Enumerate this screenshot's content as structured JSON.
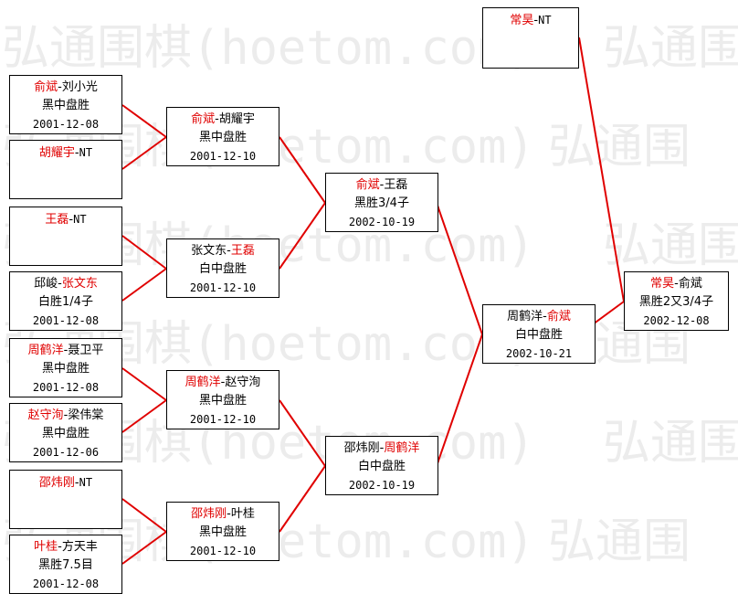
{
  "watermark": {
    "text": "弘通围棋(hoetom.com)",
    "tail": "弘通围"
  },
  "colors": {
    "winner": "#e00000",
    "connector": "#e00000",
    "border": "#000000"
  },
  "bracket": {
    "round1": [
      {
        "p1": "俞斌",
        "p2": "刘小光",
        "winner": 1,
        "result": "黑中盘胜",
        "date": "2001-12-08"
      },
      {
        "p1": "胡耀宇",
        "p2": "NT",
        "winner": 1,
        "result": "",
        "date": ""
      },
      {
        "p1": "王磊",
        "p2": "NT",
        "winner": 1,
        "result": "",
        "date": ""
      },
      {
        "p1": "邱峻",
        "p2": "张文东",
        "winner": 2,
        "result": "白胜1/4子",
        "date": "2001-12-08"
      },
      {
        "p1": "周鹤洋",
        "p2": "聂卫平",
        "winner": 1,
        "result": "黑中盘胜",
        "date": "2001-12-08"
      },
      {
        "p1": "赵守洵",
        "p2": "梁伟棠",
        "winner": 1,
        "result": "黑中盘胜",
        "date": "2001-12-06"
      },
      {
        "p1": "邵炜刚",
        "p2": "NT",
        "winner": 1,
        "result": "",
        "date": ""
      },
      {
        "p1": "叶桂",
        "p2": "方天丰",
        "winner": 1,
        "result": "黑胜7.5目",
        "date": "2001-12-08"
      }
    ],
    "round2": [
      {
        "p1": "俞斌",
        "p2": "胡耀宇",
        "winner": 1,
        "result": "黑中盘胜",
        "date": "2001-12-10"
      },
      {
        "p1": "张文东",
        "p2": "王磊",
        "winner": 2,
        "result": "白中盘胜",
        "date": "2001-12-10"
      },
      {
        "p1": "周鹤洋",
        "p2": "赵守洵",
        "winner": 1,
        "result": "黑中盘胜",
        "date": "2001-12-10"
      },
      {
        "p1": "邵炜刚",
        "p2": "叶桂",
        "winner": 1,
        "result": "黑中盘胜",
        "date": "2001-12-10"
      }
    ],
    "round3": [
      {
        "p1": "俞斌",
        "p2": "王磊",
        "winner": 1,
        "result": "黑胜3/4子",
        "date": "2002-10-19"
      },
      {
        "p1": "邵炜刚",
        "p2": "周鹤洋",
        "winner": 2,
        "result": "白中盘胜",
        "date": "2002-10-19"
      }
    ],
    "semifinal": {
      "p1": "周鹤洋",
      "p2": "俞斌",
      "winner": 2,
      "result": "白中盘胜",
      "date": "2002-10-21"
    },
    "seed": {
      "p1": "常昊",
      "p2": "NT",
      "winner": 1,
      "result": "",
      "date": ""
    },
    "final": {
      "p1": "常昊",
      "p2": "俞斌",
      "winner": 1,
      "result": "黑胜2又3/4子",
      "date": "2002-12-08"
    }
  }
}
